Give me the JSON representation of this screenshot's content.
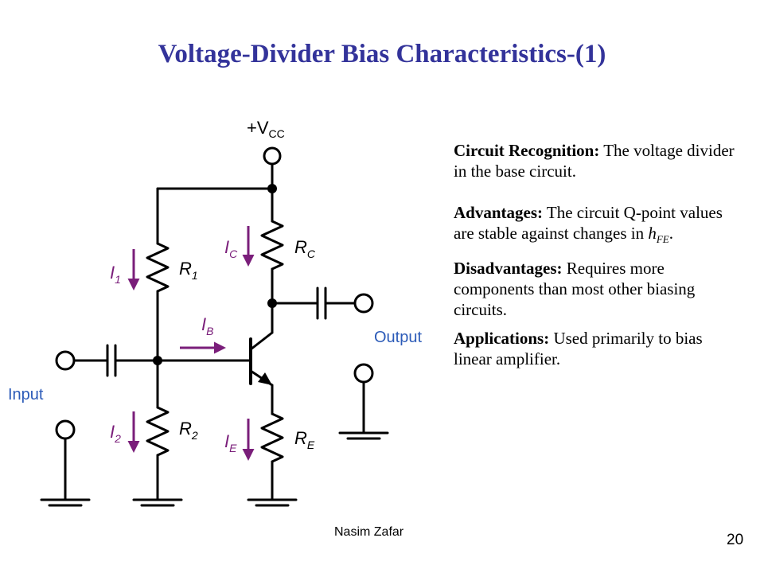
{
  "title": "Voltage-Divider Bias Characteristics-(1)",
  "circuit": {
    "supply": {
      "prefix": "+V",
      "sub": "CC"
    },
    "r1": {
      "main": "R",
      "sub": "1"
    },
    "r2": {
      "main": "R",
      "sub": "2"
    },
    "rc": {
      "main": "R",
      "sub": "C"
    },
    "re": {
      "main": "R",
      "sub": "E"
    },
    "i1": {
      "main": "I",
      "sub": "1"
    },
    "i2": {
      "main": "I",
      "sub": "2"
    },
    "ic": {
      "main": "I",
      "sub": "C"
    },
    "ie": {
      "main": "I",
      "sub": "E"
    },
    "ib": {
      "main": "I",
      "sub": "B"
    },
    "input_label": "Input",
    "output_label": "Output",
    "colors": {
      "current": "#7a1e7a",
      "port_label": "#2c5bb8",
      "title": "#33339a"
    }
  },
  "notes": {
    "recognition": {
      "heading": "Circuit Recognition:",
      "text": " The voltage divider in the base circuit."
    },
    "advantages": {
      "heading": "Advantages:",
      "text_before": " The circuit Q-point values are stable against changes in ",
      "hfe_main": "h",
      "hfe_sub": "FE",
      "text_after": "."
    },
    "disadvantages": {
      "heading": "Disadvantages:",
      "text": " Requires more components than most other biasing circuits."
    },
    "applications": {
      "heading": "Applications:",
      "text": " Used primarily to bias linear amplifier."
    }
  },
  "footer": {
    "author": "Nasim Zafar",
    "page": "20"
  }
}
